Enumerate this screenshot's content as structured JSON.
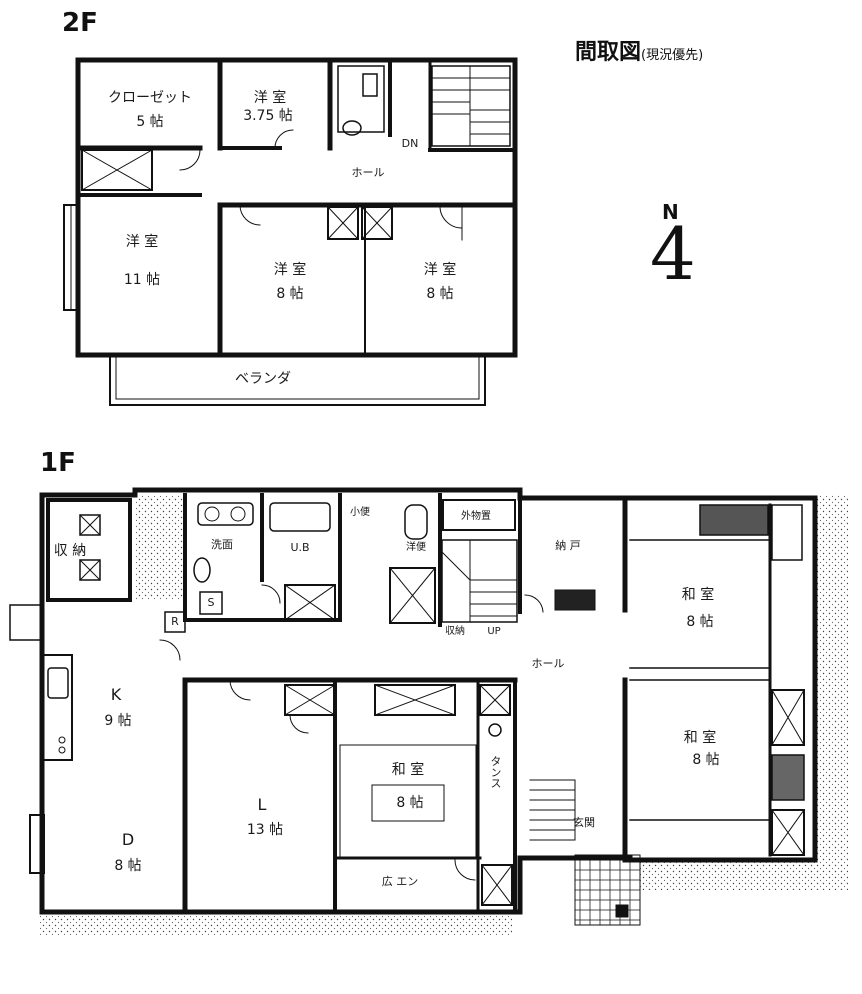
{
  "title": "間取図",
  "title_note": "(現況優先)",
  "north": "N",
  "north_mark": "4",
  "floors": {
    "second": {
      "label": "2F",
      "closet": {
        "name": "クローゼット",
        "size": "5 帖"
      },
      "western_room_a": {
        "name": "洋 室",
        "size": "3.75 帖"
      },
      "western_room_b": {
        "name": "洋 室",
        "size": "11 帖"
      },
      "western_room_c": {
        "name": "洋 室",
        "size": "8 帖"
      },
      "western_room_d": {
        "name": "洋 室",
        "size": "8 帖"
      },
      "hall": "ホール",
      "stair_dn": "DN",
      "veranda": "ベランダ"
    },
    "first": {
      "label": "1F",
      "storage": "収 納",
      "washroom": "洗面",
      "unit_bath": "U.B",
      "urinal": "小便",
      "toilet": "洋便",
      "exterior_storage": "外物置",
      "closet_nando": "納 戸",
      "kitchen": {
        "name": "K",
        "size": "9 帖"
      },
      "dining": {
        "name": "D",
        "size": "8 帖"
      },
      "living": {
        "name": "L",
        "size": "13 帖"
      },
      "japanese_a": {
        "name": "和 室",
        "size": "8 帖"
      },
      "japanese_b": {
        "name": "和 室",
        "size": "8 帖"
      },
      "japanese_c": {
        "name": "和 室",
        "size": "8 帖"
      },
      "hall": "ホール",
      "entrance": "玄関",
      "wide_veranda": "広 エン",
      "tansu": "タンス",
      "storage2": "収納",
      "stair_up": "UP",
      "fridge": "R",
      "washer": "S"
    }
  }
}
